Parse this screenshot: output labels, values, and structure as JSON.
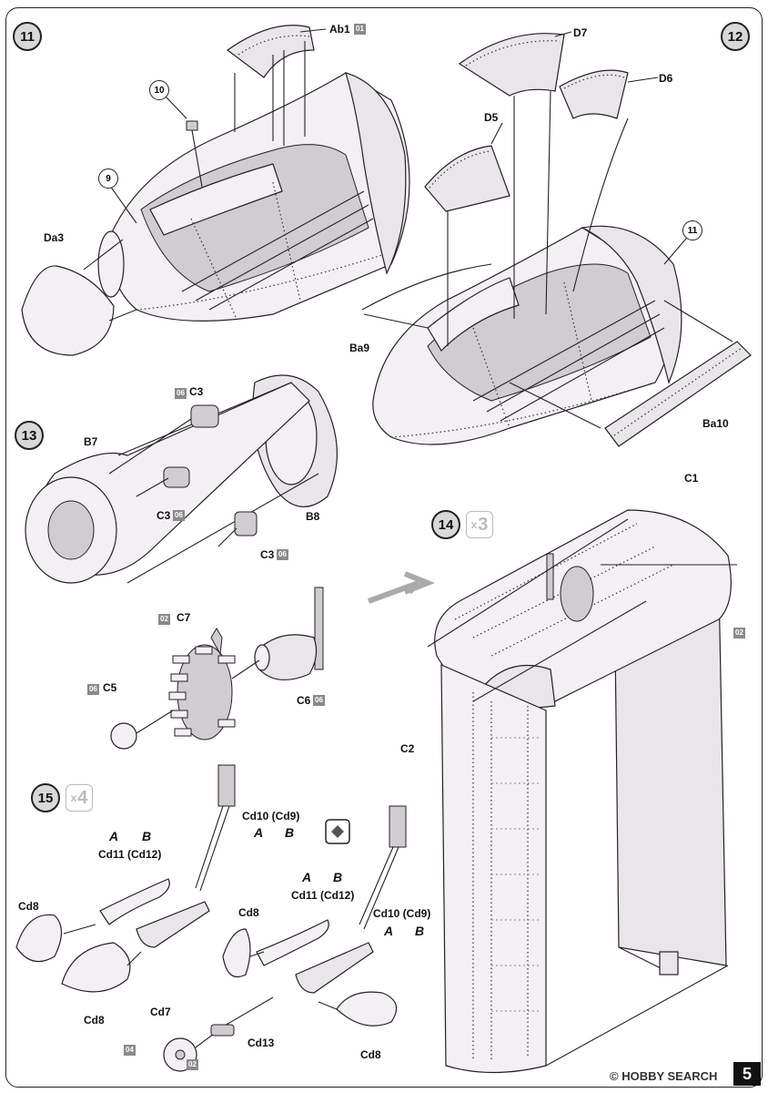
{
  "steps": {
    "s11": "11",
    "s12": "12",
    "s13": "13",
    "s14": "14",
    "s14_mult": "3",
    "s15": "15",
    "s15_mult": "4",
    "x": "x"
  },
  "labels": {
    "ab1": "Ab1",
    "ab1_badge": "01",
    "p10": "10",
    "p9": "9",
    "da3": "Da3",
    "d7": "D7",
    "d6": "D6",
    "d5": "D5",
    "c11": "11",
    "ba9": "Ba9",
    "ba10": "Ba10",
    "c3a": "C3",
    "c3a_badge": "06",
    "b7": "B7",
    "c3b": "C3",
    "c3b_badge": "06",
    "b8": "B8",
    "c3c": "C3",
    "c3c_badge": "06",
    "c7": "C7",
    "c7_badge": "02",
    "c5": "C5",
    "c5_badge": "06",
    "c6": "C6",
    "c6_badge": "06",
    "c1": "C1",
    "c1_badge": "02",
    "c2": "C2",
    "cd10a": "Cd10 (Cd9)",
    "a1": "A",
    "b1": "B",
    "a2": "A",
    "b2": "B",
    "cd11a": "Cd11 (Cd12)",
    "cd8a": "Cd8",
    "cd8b": "Cd8",
    "cd8c": "Cd8",
    "a3": "A",
    "b3": "B",
    "cd11b": "Cd11 (Cd12)",
    "cd10b": "Cd10 (Cd9)",
    "a4": "A",
    "b4": "B",
    "cd8d": "Cd8",
    "cd7": "Cd7",
    "cd7_badge1": "04",
    "cd7_badge2": "02",
    "cd13": "Cd13"
  },
  "footer": {
    "watermark": "© HOBBY SEARCH",
    "page_number": "5"
  },
  "colors": {
    "badge": "#8a8a8a",
    "step_fill": "#d8d8d8",
    "part_fill": "#f2f0f2"
  }
}
